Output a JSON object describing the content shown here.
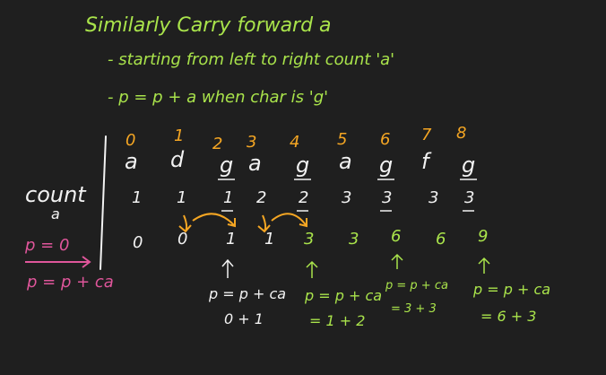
{
  "header": {
    "title": "Similarly Carry forward a",
    "line1": "- starting from left to right count 'a'",
    "line2": "- p = p + a when char is 'g'"
  },
  "indices": [
    "0",
    "1",
    "2",
    "3",
    "4",
    "5",
    "6",
    "7",
    "8"
  ],
  "characters": [
    "a",
    "d",
    "g",
    "a",
    "g",
    "a",
    "g",
    "f",
    "g"
  ],
  "count_row": {
    "label": "count",
    "sublabel": "a",
    "values": [
      "1",
      "1",
      "1",
      "2",
      "2",
      "3",
      "3",
      "3",
      "3"
    ]
  },
  "p_row": {
    "label": "p = 0",
    "formula": "p = p + ca",
    "values": [
      "0",
      "0",
      "1",
      "1",
      "3",
      "3",
      "6",
      "6",
      "9"
    ]
  },
  "annotations": [
    {
      "line1": "p = p + ca",
      "line2": "0 + 1"
    },
    {
      "line1": "p = p + ca",
      "line2": "= 1 + 2"
    },
    {
      "line1": "p = p + ca",
      "line2": "= 3 + 3"
    },
    {
      "line1": "p = p + ca",
      "line2": "= 6 + 3"
    }
  ],
  "colors": {
    "background": "#1f1f1f",
    "green": "#a9e34b",
    "white": "#f2f2f2",
    "orange": "#f5a623",
    "pink": "#e0569b"
  }
}
